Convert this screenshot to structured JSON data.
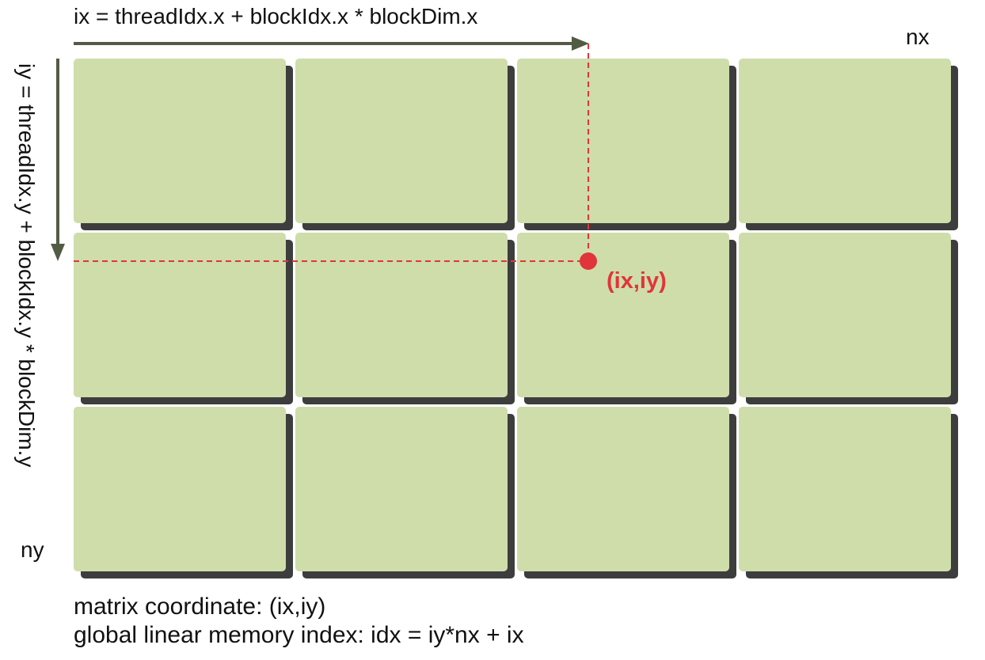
{
  "labels": {
    "ix_formula": "ix = threadIdx.x + blockIdx.x * blockDim.x",
    "iy_formula": "iy = threadIdx.y + blockIdx.y * blockDim.y",
    "nx": "nx",
    "ny": "ny",
    "point": "(ix,iy)",
    "caption_line1": "matrix coordinate: (ix,iy)",
    "caption_line2": "global linear memory index: idx = iy*nx + ix"
  },
  "grid": {
    "rows": 3,
    "cols": 4
  },
  "colors": {
    "block_fill": "#cfddaa",
    "block_shadow": "#3d3d3d",
    "arrow": "#525c44",
    "highlight": "#e0353a",
    "text": "#111111"
  }
}
